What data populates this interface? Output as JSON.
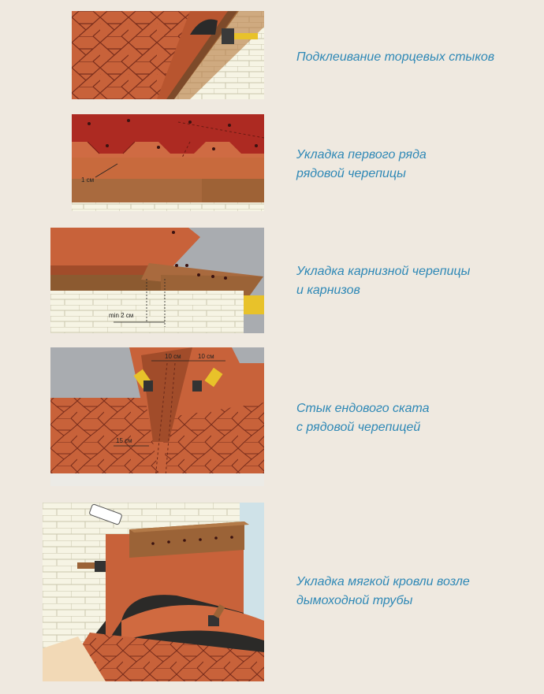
{
  "steps": [
    {
      "lines": [
        "Подклеивание торцевых стыков"
      ]
    },
    {
      "lines": [
        "Укладка первого ряда",
        "рядовой черепицы"
      ],
      "dimension": "1 см"
    },
    {
      "lines": [
        "Укладка карнизной черепицы",
        "и карнизов"
      ],
      "dimension": "min 2 см"
    },
    {
      "lines": [
        "Стык ендового ската",
        "с рядовой черепицей"
      ],
      "dimensions": [
        "10 см",
        "10 см",
        "15 см"
      ]
    },
    {
      "lines": [
        "Укладка мягкой кровли возле",
        "дымоходной трубы"
      ]
    }
  ],
  "colors": {
    "background": "#efe9e0",
    "caption": "#2e88b6",
    "shingle": "#c8623a",
    "shingle_dark": "#9a3a26",
    "wall": "#f4f1d8",
    "cornice": "#a5683c",
    "roof_gray": "#a9acb0",
    "underlay": "#2b2a28"
  }
}
